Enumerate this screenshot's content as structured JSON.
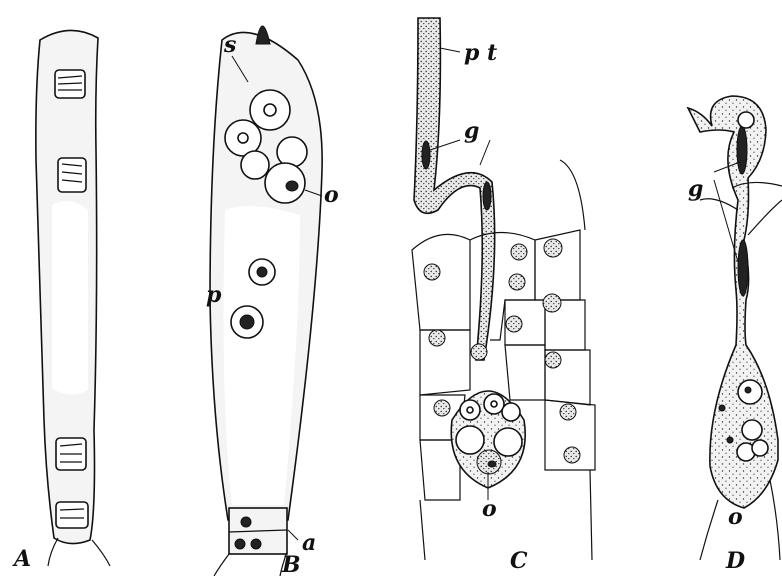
{
  "panels": [
    {
      "label": "A"
    },
    {
      "label": "B",
      "parts": [
        "s",
        "o",
        "p",
        "a"
      ]
    },
    {
      "label": "C",
      "parts": [
        "p t",
        "g",
        "o"
      ]
    },
    {
      "label": "D",
      "parts": [
        "g",
        "o"
      ]
    }
  ]
}
